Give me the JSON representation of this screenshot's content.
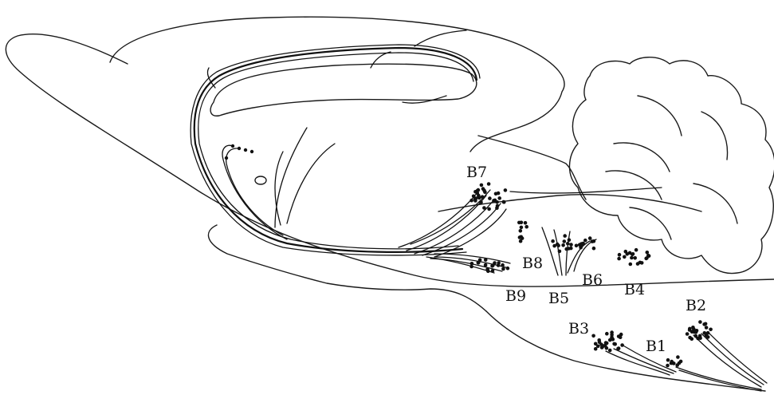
{
  "labels": {
    "B1": "B1",
    "B2": "B2",
    "B3": "B3",
    "B4": "B4",
    "B5": "B5",
    "B6": "B6",
    "B7": "B7",
    "B8": "B8",
    "B9": "B9"
  },
  "colors": {
    "ink": "#111111",
    "background": "#ffffff"
  }
}
